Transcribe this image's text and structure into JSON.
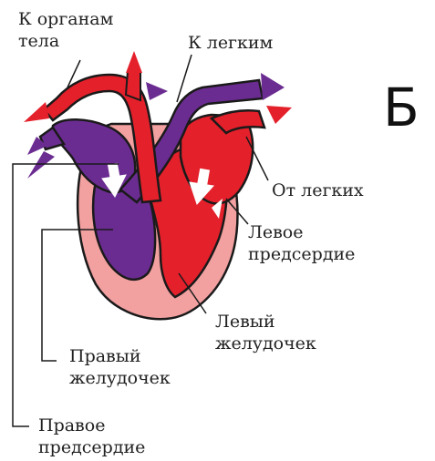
{
  "figure_letter": "Б",
  "labels": {
    "to_body_line1": "К органам",
    "to_body_line2": "тела",
    "to_lungs": "К легким",
    "from_lungs": "От легких",
    "left_atrium_line1": "Левое",
    "left_atrium_line2": "предсердие",
    "left_ventricle_line1": "Левый",
    "left_ventricle_line2": "желудочек",
    "right_ventricle_line1": "Правый",
    "right_ventricle_line2": "желудочек",
    "right_atrium_line1": "Правое",
    "right_atrium_line2": "предсердие"
  },
  "colors": {
    "oxygenated_blood": "#e4202b",
    "deoxygenated_blood": "#6b2c91",
    "heart_wall": "#f2a0a0",
    "outline": "#1a1a1a",
    "flow_arrow": "#ffffff"
  }
}
